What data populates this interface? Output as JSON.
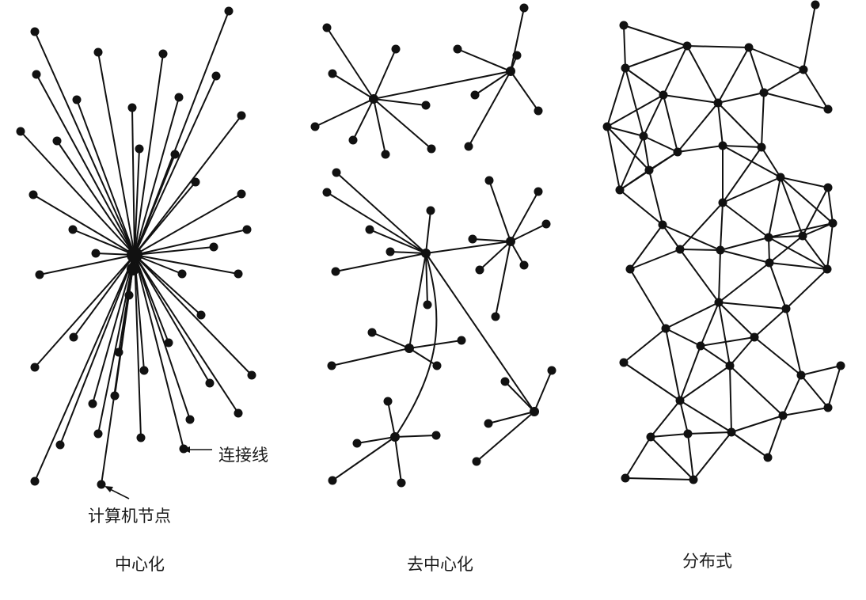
{
  "colors": {
    "ink": "#111111",
    "background": "#ffffff"
  },
  "annotations": {
    "edge_label": "连接线",
    "node_label": "计算机节点"
  },
  "panels": [
    {
      "id": "centralized",
      "title": "中心化"
    },
    {
      "id": "decentralized",
      "title": "去中心化"
    },
    {
      "id": "distributed",
      "title": "分布式"
    }
  ]
}
